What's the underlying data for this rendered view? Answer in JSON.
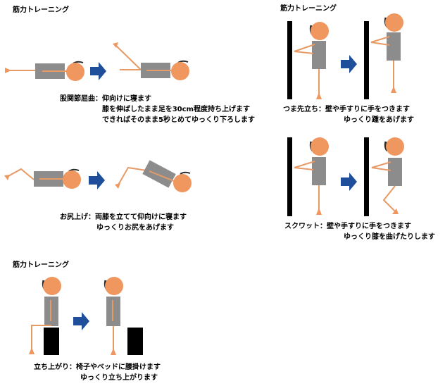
{
  "colors": {
    "skin": "#F0965F",
    "limb": "#E69A66",
    "torso": "#8C8C8C",
    "arrow": "#1F4E9B",
    "wall": "#000000",
    "hair": "#2A2A2A"
  },
  "sections": {
    "top_left": {
      "title": "筋力トレーニング",
      "caption1_name": "股関節屈曲：",
      "caption1_line1": "仰向けに寝ます",
      "caption1_line2": "膝を伸ばしたまま足を30cm程度持ち上げます",
      "caption1_line3": "できればそのまま5秒とめてゆっくり下ろします",
      "caption2_name": "お尻上げ：",
      "caption2_line1": "両膝を立てて仰向けに寝ます",
      "caption2_line2": "ゆっくりお尻をあげます"
    },
    "top_right": {
      "title": "筋力トレーニング",
      "caption1_name": "つま先立ち：",
      "caption1_line1": "壁や手すりに手をつきます",
      "caption1_line2": "ゆっくり踵をあげます",
      "caption2_name": "スクワット：",
      "caption2_line1": "壁や手すりに手をつきます",
      "caption2_line2": "ゆっくり膝を曲げたりします"
    },
    "bottom_left": {
      "title": "筋力トレーニング",
      "caption_name": "立ち上がり：",
      "caption_line1": "椅子やベッドに腰掛けます",
      "caption_line2": "ゆっくり立ち上がります"
    }
  }
}
